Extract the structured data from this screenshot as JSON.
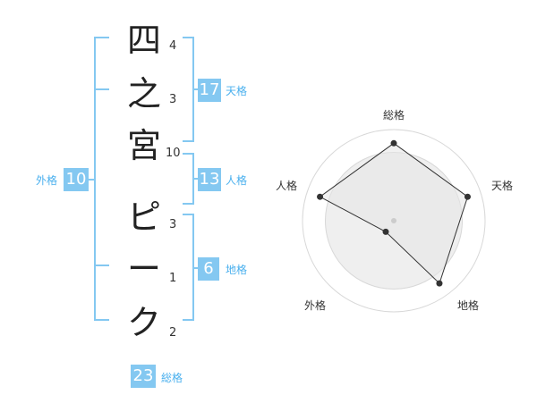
{
  "name": {
    "characters": [
      {
        "char": "四",
        "strokes": "4"
      },
      {
        "char": "之",
        "strokes": "3"
      },
      {
        "char": "宮",
        "strokes": "10"
      },
      {
        "char": "ピ",
        "strokes": "3"
      },
      {
        "char": "ー",
        "strokes": "1"
      },
      {
        "char": "ク",
        "strokes": "2"
      }
    ]
  },
  "kakusu": {
    "tenkaku": {
      "value": "17",
      "label": "天格"
    },
    "jinkaku": {
      "value": "13",
      "label": "人格"
    },
    "chikaku": {
      "value": "6",
      "label": "地格"
    },
    "gaikaku": {
      "value": "10",
      "label": "外格"
    },
    "soukaku": {
      "value": "23",
      "label": "総格"
    }
  },
  "radar": {
    "axes": [
      "総格",
      "天格",
      "地格",
      "外格",
      "人格"
    ],
    "values": [
      0.85,
      0.85,
      0.85,
      0.15,
      0.85
    ],
    "rings": 4,
    "colors": {
      "fill": "#efefef",
      "ring": "#d8d8d8",
      "line": "#333333",
      "point": "#333333",
      "center": "#cccccc"
    }
  },
  "colors": {
    "accent": "#84c8f1",
    "bracket": "#84c8f1",
    "label": "#4ab0ee"
  }
}
